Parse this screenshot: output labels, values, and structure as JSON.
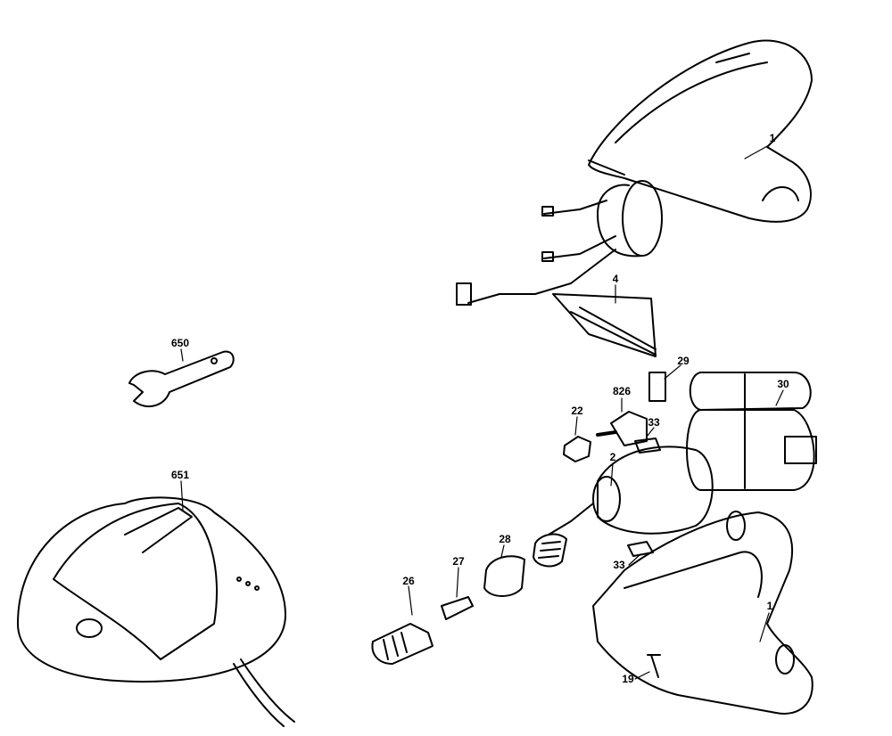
{
  "diagram": {
    "title": "Exploded parts diagram",
    "callouts": [
      {
        "id": "housing-top",
        "label": "1"
      },
      {
        "id": "circuit-board",
        "label": "4"
      },
      {
        "id": "part-29",
        "label": "29"
      },
      {
        "id": "battery-pack",
        "label": "30"
      },
      {
        "id": "switch",
        "label": "826"
      },
      {
        "id": "part-22",
        "label": "22"
      },
      {
        "id": "pad-33-upper",
        "label": "33"
      },
      {
        "id": "motor",
        "label": "2"
      },
      {
        "id": "part-28",
        "label": "28"
      },
      {
        "id": "collet",
        "label": "27"
      },
      {
        "id": "collet-nut",
        "label": "26"
      },
      {
        "id": "pad-33-lower",
        "label": "33"
      },
      {
        "id": "housing-bottom",
        "label": "1"
      },
      {
        "id": "screw",
        "label": "19"
      },
      {
        "id": "wrench",
        "label": "650"
      },
      {
        "id": "charger",
        "label": "651"
      }
    ]
  }
}
